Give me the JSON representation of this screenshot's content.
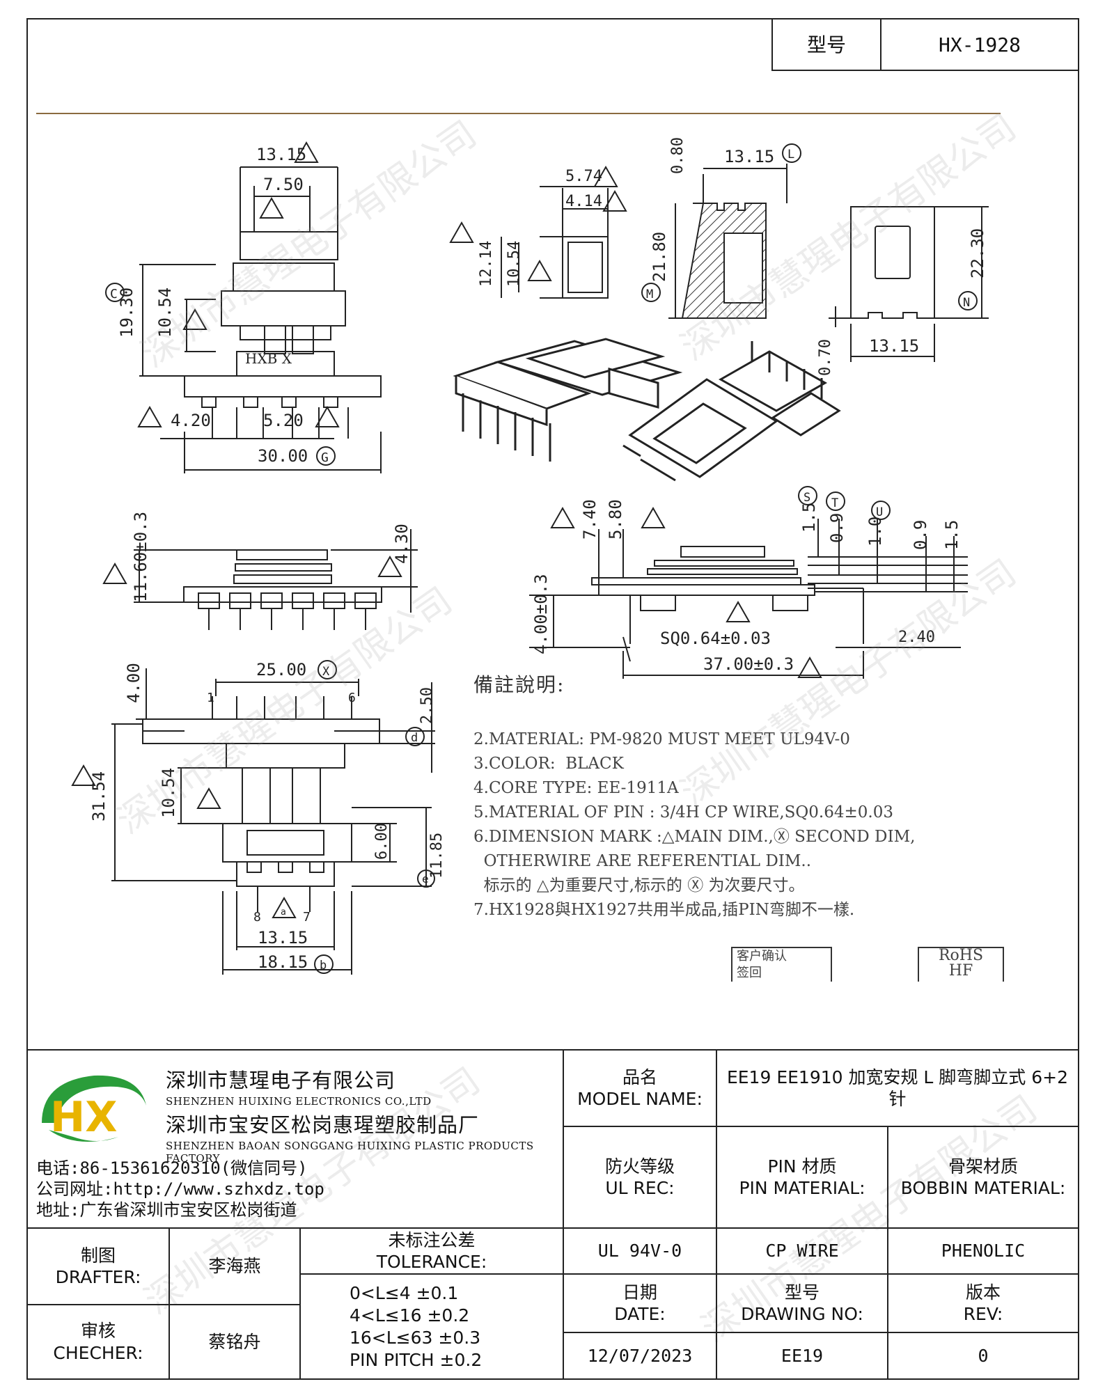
{
  "header": {
    "model_label": "型号",
    "model_value": "HX-1928"
  },
  "drawing": {
    "dims": {
      "top_width": "13.15",
      "top_inner": "7.50",
      "height_c": "19.30",
      "mark_c": "C",
      "inner_h": "10.54",
      "pin_left": "4.20",
      "pin_pitch": "5.20",
      "overall_width": "30.00",
      "mark_g": "G",
      "pin_label": "HXB   X",
      "tube_outer": "5.74",
      "tube_inner": "4.14",
      "tube_h_outer": "12.14",
      "tube_h_inner": "10.54",
      "core_top": "0.80",
      "core_width": "13.15",
      "mark_l": "L",
      "core_height": "21.80",
      "mark_m": "M",
      "core2_height": "22.30",
      "mark_n": "N",
      "core2_width": "13.15",
      "core2_gap": "0.70",
      "side_h": "11.60±0.3",
      "side_top": "4.30",
      "d_740": "7.40",
      "d_580": "5.80",
      "d_15a": "1.5",
      "d_09a": "0.9",
      "d_10": "1.0",
      "d_09b": "0.9",
      "d_15b": "1.5",
      "mark_s": "S",
      "mark_t": "T",
      "mark_u": "U",
      "pin_len": "4.00±0.3",
      "pin_sq": "SQ0.64±0.03",
      "len_total": "37.00±0.3",
      "pin_offset": "2.40",
      "bottom_width": "25.00",
      "mark_x": "X",
      "pin1": "1",
      "pin6": "6",
      "pin8": "8",
      "pin7": "7",
      "d_250": "2.50",
      "mark_d": "d",
      "d_400": "4.00",
      "d_3154": "31.54",
      "d_1054": "10.54",
      "d_600": "6.00",
      "d_1185": "11.85",
      "mark_e": "e",
      "d_1315": "13.15",
      "d_1815": "18.15",
      "mark_b": "b",
      "mark_a": "a"
    }
  },
  "notes": {
    "heading": "備註說明:",
    "lines": [
      "2.MATERIAL: PM-9820 MUST MEET UL94V-0",
      "3.COLOR:  BLACK",
      "4.CORE TYPE: EE-1911A",
      "5.MATERIAL OF PIN : 3/4H CP WIRE,SQ0.64±0.03",
      "6.DIMENSION MARK :△MAIN DIM.,Ⓧ SECOND DIM,",
      "  OTHERWIRE ARE REFERENTIAL DIM..",
      "  标示的 △为重要尺寸,标示的 Ⓧ 为次要尺寸。",
      "7.HX1928與HX1927共用半成品,插PIN弯脚不一樣."
    ],
    "stamp_customer_1": "客户确认",
    "stamp_customer_2": "签回",
    "stamp_rohs_1": "RoHS",
    "stamp_rohs_2": "HF"
  },
  "company": {
    "logo_text": "HX",
    "name_cn": "深圳市慧瑆电子有限公司",
    "name_en": "SHENZHEN HUIXING ELECTRONICS CO.,LTD",
    "factory_cn": "深圳市宝安区松岗惠瑆塑胶制品厂",
    "factory_en": "SHENZHEN BAOAN SONGGANG HUIXING PLASTIC PRODUCTS FACTORY",
    "phone": "电话:86-15361620310(微信同号)",
    "website": "公司网址:http://www.szhxdz.top",
    "address": "地址:广东省深圳市宝安区松岗街道",
    "watermark": "深圳市慧瑆电子有限公司"
  },
  "titleblock": {
    "model_name_cn": "品名",
    "model_name_en": "MODEL NAME:",
    "model_name_value": "EE19 EE1910 加宽安规 L 脚弯脚立式 6+2 针",
    "ul_cn": "防火等级",
    "ul_en": "UL REC:",
    "pin_cn": "PIN 材质",
    "pin_en": "PIN MATERIAL:",
    "bobbin_cn": "骨架材质",
    "bobbin_en": "BOBBIN MATERIAL:",
    "ul_value": "UL 94V-0",
    "pin_value": "CP WIRE",
    "bobbin_value": "PHENOLIC",
    "drafter_cn": "制图",
    "drafter_en": "DRAFTER:",
    "drafter_name": "李海燕",
    "checker_cn": "审核",
    "checker_en": "CHECHER:",
    "checker_name": "蔡铭舟",
    "tolerance_cn": "未标注公差",
    "tolerance_en": "TOLERANCE:",
    "tolerance_lines": [
      "0<L≤4  ±0.1",
      "4<L≤16 ±0.2",
      "16<L≤63 ±0.3",
      "PIN PITCH ±0.2"
    ],
    "date_cn": "日期",
    "date_en": "DATE:",
    "date_value": "12/07/2023",
    "drawing_no_cn": "型号",
    "drawing_no_en": "DRAWING NO:",
    "drawing_no_value": "EE19",
    "rev_cn": "版本",
    "rev_en": "REV:",
    "rev_value": "0"
  }
}
